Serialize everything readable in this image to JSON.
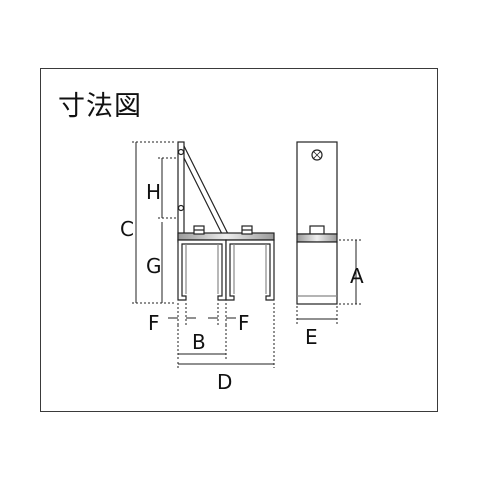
{
  "title": "寸法図",
  "labels": {
    "C": "C",
    "H": "H",
    "G": "G",
    "F_left": "F",
    "F_right": "F",
    "B": "B",
    "D": "D",
    "A": "A",
    "E": "E"
  }
}
